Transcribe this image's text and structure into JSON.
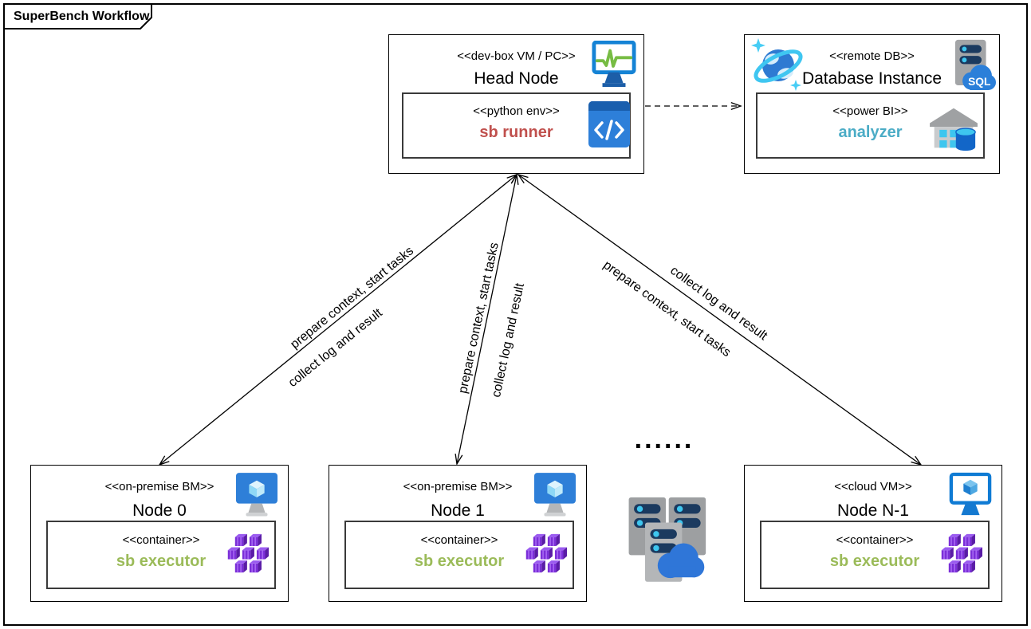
{
  "title": "SuperBench Workflow",
  "head_node": {
    "stereotype": "<<dev-box VM / PC>>",
    "name": "Head Node",
    "runner": {
      "stereotype": "<<python env>>",
      "name": "sb runner",
      "color": "#c0504d"
    }
  },
  "database": {
    "stereotype": "<<remote DB>>",
    "name": "Database Instance",
    "sql_badge": "SQL",
    "analyzer": {
      "stereotype": "<<power BI>>",
      "name": "analyzer",
      "color": "#4bacc6"
    }
  },
  "nodes": [
    {
      "stereotype": "<<on-premise BM>>",
      "name": "Node 0",
      "executor": {
        "stereotype": "<<container>>",
        "name": "sb executor",
        "color": "#9bbb59"
      }
    },
    {
      "stereotype": "<<on-premise BM>>",
      "name": "Node 1",
      "executor": {
        "stereotype": "<<container>>",
        "name": "sb executor",
        "color": "#9bbb59"
      }
    },
    {
      "stereotype": "<<cloud VM>>",
      "name": "Node N-1",
      "executor": {
        "stereotype": "<<container>>",
        "name": "sb executor",
        "color": "#9bbb59"
      }
    }
  ],
  "edge_labels": {
    "prepare": "prepare context, start tasks",
    "collect": "collect log and result"
  },
  "ellipsis": "......"
}
